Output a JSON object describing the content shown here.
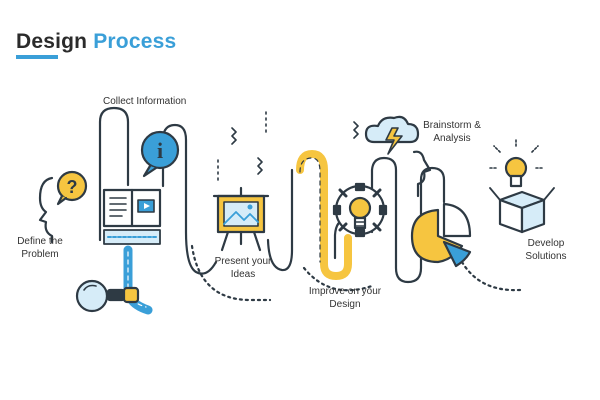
{
  "title": {
    "word1": "Design",
    "word2": "Process"
  },
  "steps": {
    "define": {
      "line1": "Define the",
      "line2": "Problem"
    },
    "collect": {
      "line1": "Collect Information"
    },
    "present": {
      "line1": "Present your",
      "line2": "Ideas"
    },
    "improve": {
      "line1": "Improve on your",
      "line2": "Design"
    },
    "brainstorm": {
      "line1": "Brainstorm &",
      "line2": "Analysis"
    },
    "develop": {
      "line1": "Develop",
      "line2": "Solutions"
    }
  },
  "icons": {
    "question": "?",
    "info": "i"
  },
  "colors": {
    "accent_blue": "#3a9fd8",
    "accent_yellow": "#f6c540",
    "line_dark": "#2e3a44",
    "light_blue": "#d6ecf8"
  }
}
